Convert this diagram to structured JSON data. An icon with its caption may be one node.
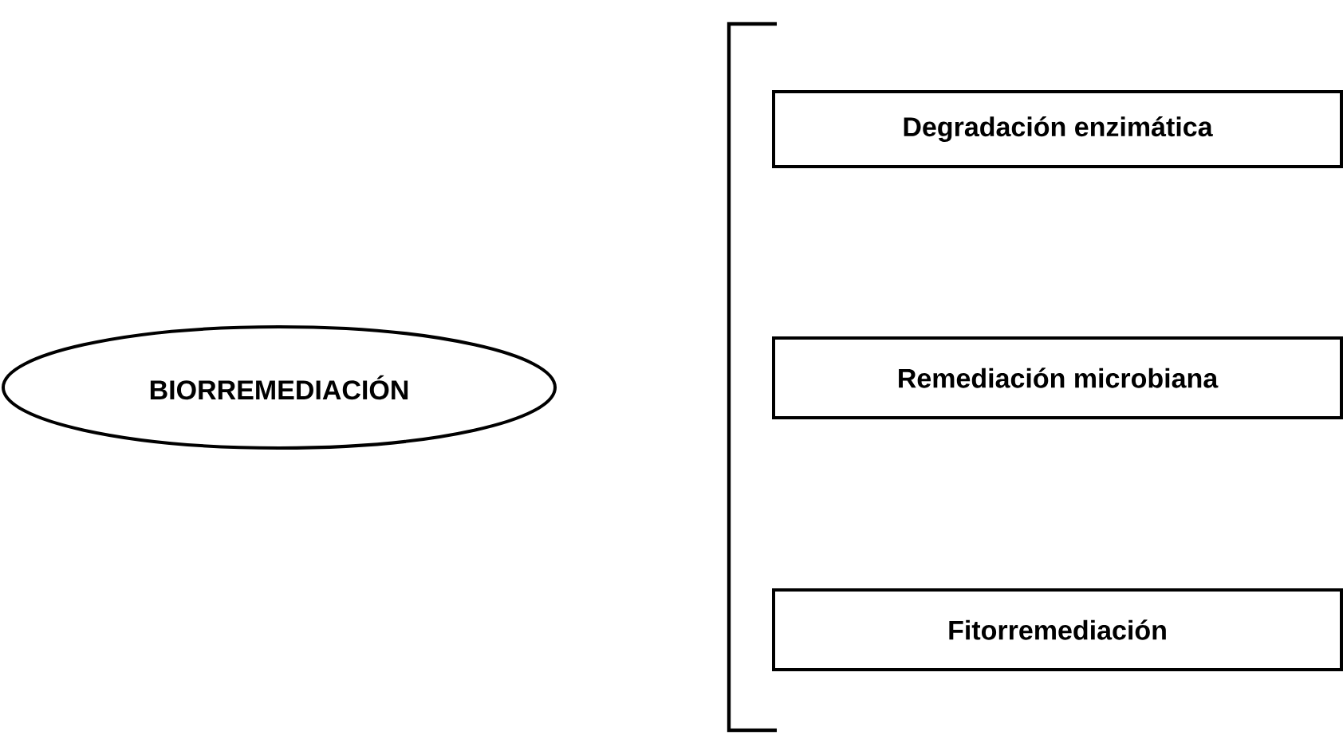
{
  "diagram": {
    "nodes": [
      {
        "text": [
          "BIORREMEDIACIÓN"
        ]
      },
      {
        "text": [
          "Degradación enzimática"
        ]
      },
      {
        "text": [
          "Remediación microbiana"
        ]
      },
      {
        "text": [
          "Fitorremediación"
        ]
      }
    ]
  }
}
